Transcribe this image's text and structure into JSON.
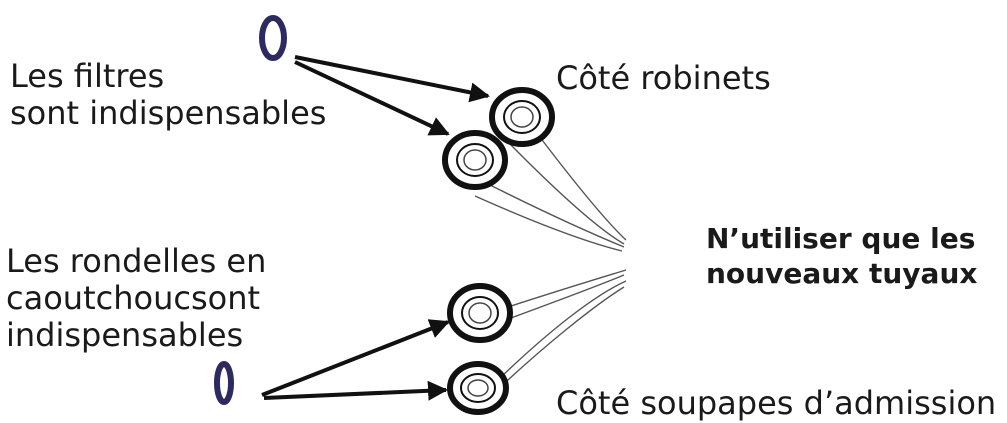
{
  "labels": {
    "filters": [
      "Les filtres",
      "sont indispensables"
    ],
    "washers": [
      "Les rondelles en",
      "caoutchoucsont",
      "indispensables"
    ],
    "taps_side": "Côté robinets",
    "valves_side": "Côté soupapes d’admission",
    "new_hoses": [
      "N’utiliser que les",
      "nouveaux tuyaux"
    ]
  },
  "colors": {
    "text": "#1a1a1a",
    "ring": "#2d2a5e",
    "arrow": "#111111",
    "hose_outline": "#555555"
  },
  "icons": [
    "filter-ring-icon",
    "rubber-washer-icon",
    "hose-connector-icon",
    "arrow-icon"
  ]
}
